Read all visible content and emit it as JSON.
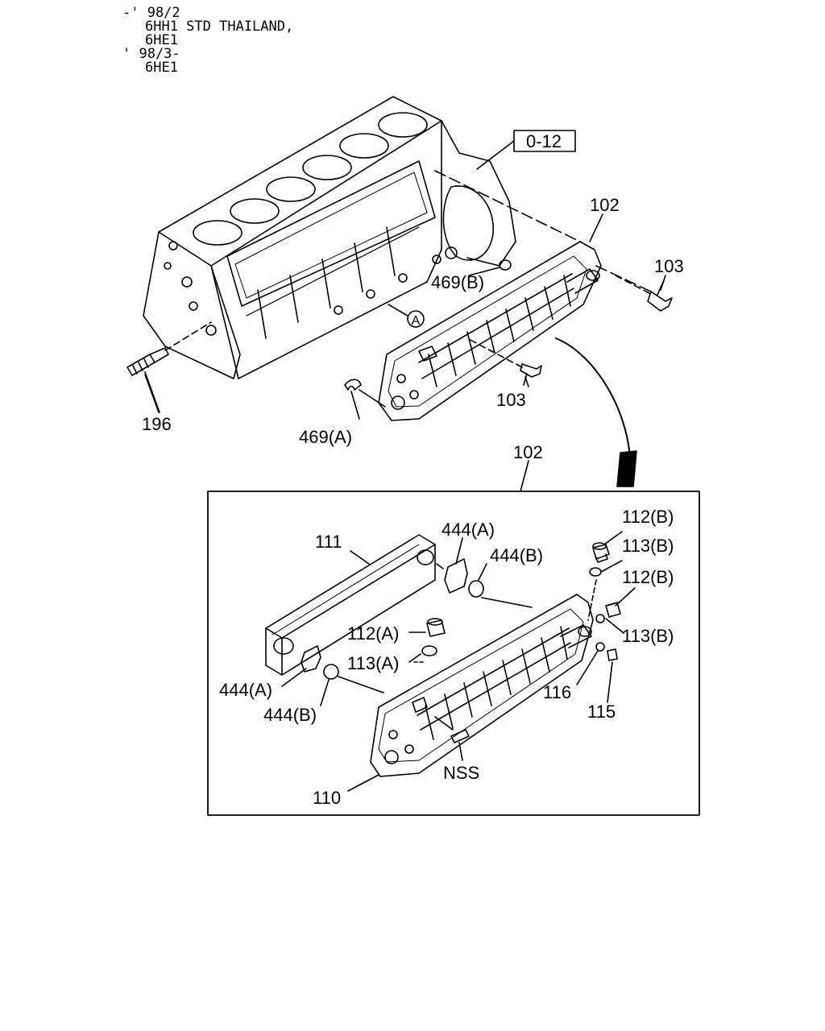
{
  "header": {
    "line1": "-' 98/2",
    "line2": "6HH1 STD THAILAND,",
    "line3": "6HE1",
    "line4": "' 98/3-",
    "line5": "6HE1"
  },
  "ref_box": "0-12",
  "circle_ref": "A",
  "labels": {
    "p102_top": "102",
    "p103_right": "103",
    "p469b": "469(B)",
    "p103_mid": "103",
    "p196": "196",
    "p469a": "469(A)",
    "p102_detail": "102",
    "p111": "111",
    "p444a_top": "444(A)",
    "p444b_top": "444(B)",
    "p112b_top": "112(B)",
    "p113b_top": "113(B)",
    "p112b_mid": "112(B)",
    "p113b_mid": "113(B)",
    "p112a": "112(A)",
    "p113a": "113(A)",
    "p444a_low": "444(A)",
    "p444b_low": "444(B)",
    "p116": "116",
    "p115": "115",
    "nss": "NSS",
    "p110": "110"
  }
}
